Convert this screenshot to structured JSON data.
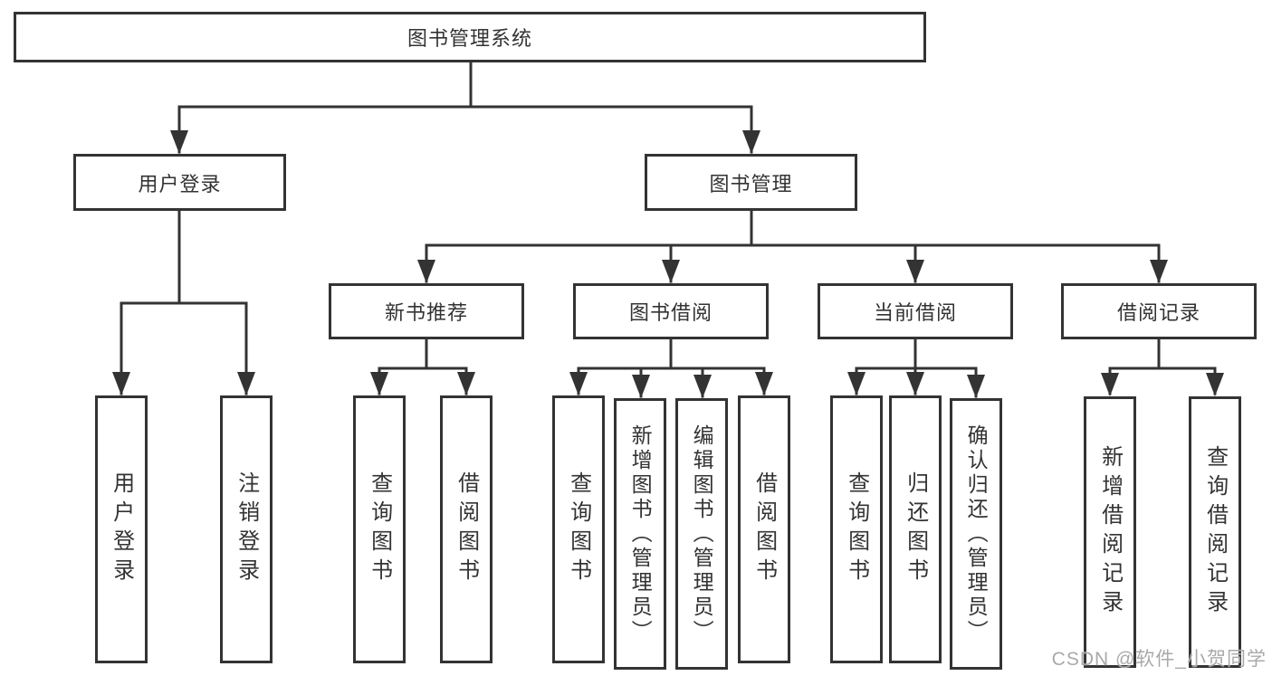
{
  "diagram": {
    "root": {
      "label": "图书管理系统"
    },
    "level2": [
      {
        "label": "用户登录"
      },
      {
        "label": "图书管理"
      }
    ],
    "level3": [
      {
        "label": "新书推荐",
        "parent": "图书管理"
      },
      {
        "label": "图书借阅",
        "parent": "图书管理"
      },
      {
        "label": "当前借阅",
        "parent": "图书管理"
      },
      {
        "label": "借阅记录",
        "parent": "图书管理"
      }
    ],
    "leaves": [
      {
        "label": "用户登录",
        "parent": "用户登录"
      },
      {
        "label": "注销登录",
        "parent": "用户登录"
      },
      {
        "label": "查询图书",
        "parent": "新书推荐"
      },
      {
        "label": "借阅图书",
        "parent": "新书推荐"
      },
      {
        "label": "查询图书",
        "parent": "图书借阅"
      },
      {
        "label": "新增图书（管理员）",
        "parent": "图书借阅"
      },
      {
        "label": "编辑图书（管理员）",
        "parent": "图书借阅"
      },
      {
        "label": "借阅图书",
        "parent": "图书借阅"
      },
      {
        "label": "查询图书",
        "parent": "当前借阅"
      },
      {
        "label": "归还图书",
        "parent": "当前借阅"
      },
      {
        "label": "确认归还（管理员）",
        "parent": "当前借阅"
      },
      {
        "label": "新增借阅记录",
        "parent": "借阅记录"
      },
      {
        "label": "查询借阅记录",
        "parent": "借阅记录"
      }
    ]
  },
  "watermark": {
    "text": "CSDN @软件_小贺同学"
  },
  "colors": {
    "line": "#333333",
    "box_border": "#333333",
    "text": "#333333",
    "watermark": "#969696",
    "background": "#ffffff"
  }
}
